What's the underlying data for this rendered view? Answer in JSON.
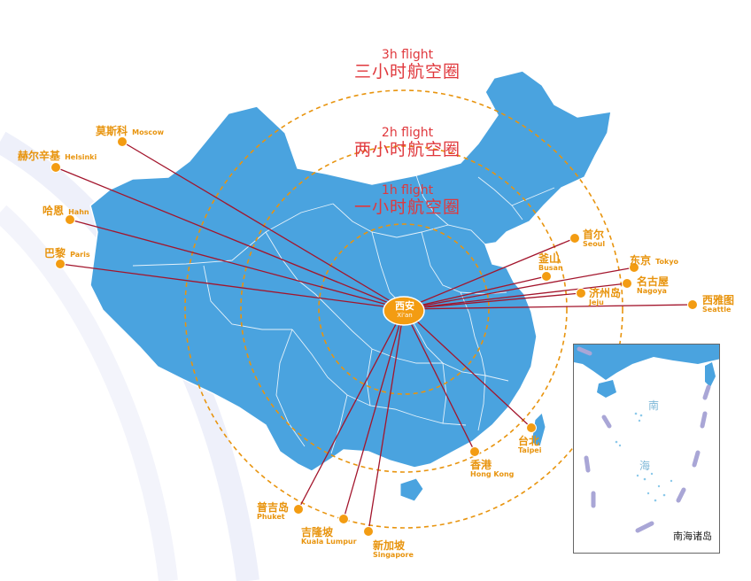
{
  "rings": [
    {
      "en": "3h flight",
      "zh": "三小时航空圈"
    },
    {
      "en": "2h flight",
      "zh": "两小时航空圈"
    },
    {
      "en": "1h flight",
      "zh": "一小时航空圈"
    }
  ],
  "hub": {
    "zh": "西安",
    "en": "Xi'an"
  },
  "destinations": [
    {
      "zh": "莫斯科",
      "en": "Moscow"
    },
    {
      "zh": "赫尔辛基",
      "en": "Helsinki"
    },
    {
      "zh": "哈恩",
      "en": "Hahn"
    },
    {
      "zh": "巴黎",
      "en": "Paris"
    },
    {
      "zh": "首尔",
      "en": "Seoul"
    },
    {
      "zh": "釜山",
      "en": "Busan"
    },
    {
      "zh": "东京",
      "en": "Tokyo"
    },
    {
      "zh": "名古屋",
      "en": "Nagoya"
    },
    {
      "zh": "济州岛",
      "en": "Jeju"
    },
    {
      "zh": "西雅图",
      "en": "Seattle"
    },
    {
      "zh": "台北",
      "en": "Taipei"
    },
    {
      "zh": "香港",
      "en": "Hong Kong"
    },
    {
      "zh": "普吉岛",
      "en": "Phuket"
    },
    {
      "zh": "吉隆坡",
      "en": "Kuala Lumpur"
    },
    {
      "zh": "新加坡",
      "en": "Singapore"
    }
  ],
  "inset": {
    "title": "南海诸岛",
    "sea_1": "南",
    "sea_2": "海"
  },
  "colors": {
    "land": "#4aa3df",
    "route": "#a3152c",
    "dot": "#f39c12",
    "ring": "#e8940e",
    "ring_label": "#e0383d"
  }
}
